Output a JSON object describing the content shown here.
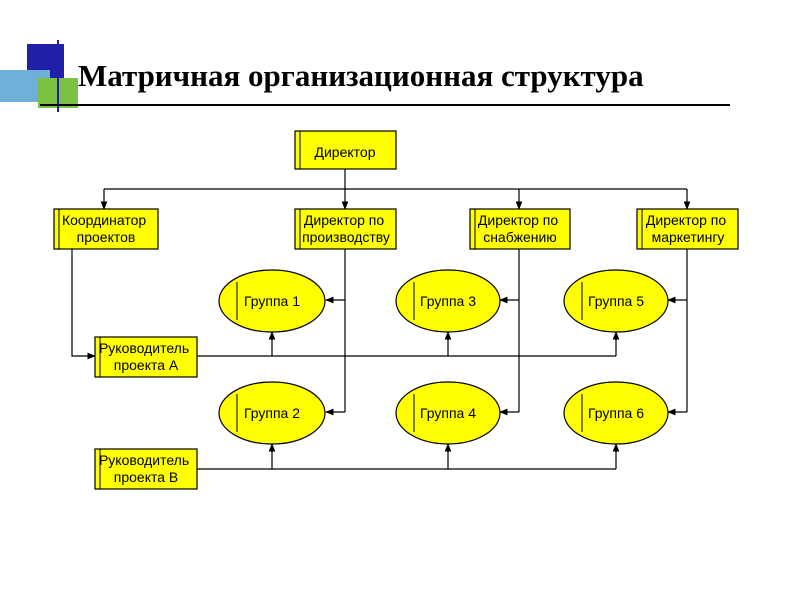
{
  "slide": {
    "title": "Матричная организационная структура"
  },
  "colors": {
    "box_fill": "#ffff00",
    "stroke": "#000000",
    "deco_blue": "#1f1fa8",
    "deco_cyan": "#6fb0d8",
    "deco_green": "#7cc242"
  },
  "nodes": {
    "director": {
      "lines": [
        "Директор"
      ]
    },
    "coordinator": {
      "lines": [
        "Координатор",
        "проектов"
      ]
    },
    "dir_production": {
      "lines": [
        "Директор по",
        "производству"
      ]
    },
    "dir_supply": {
      "lines": [
        "Директор по",
        "снабжению"
      ]
    },
    "dir_marketing": {
      "lines": [
        "Директор по",
        "маркетингу"
      ]
    },
    "manager_a": {
      "lines": [
        "Руководитель",
        "проекта А"
      ]
    },
    "manager_b": {
      "lines": [
        "Руководитель",
        "проекта В"
      ]
    },
    "group1": {
      "label": "Группа 1"
    },
    "group2": {
      "label": "Группа 2"
    },
    "group3": {
      "label": "Группа 3"
    },
    "group4": {
      "label": "Группа 4"
    },
    "group5": {
      "label": "Группа 5"
    },
    "group6": {
      "label": "Группа 6"
    }
  }
}
